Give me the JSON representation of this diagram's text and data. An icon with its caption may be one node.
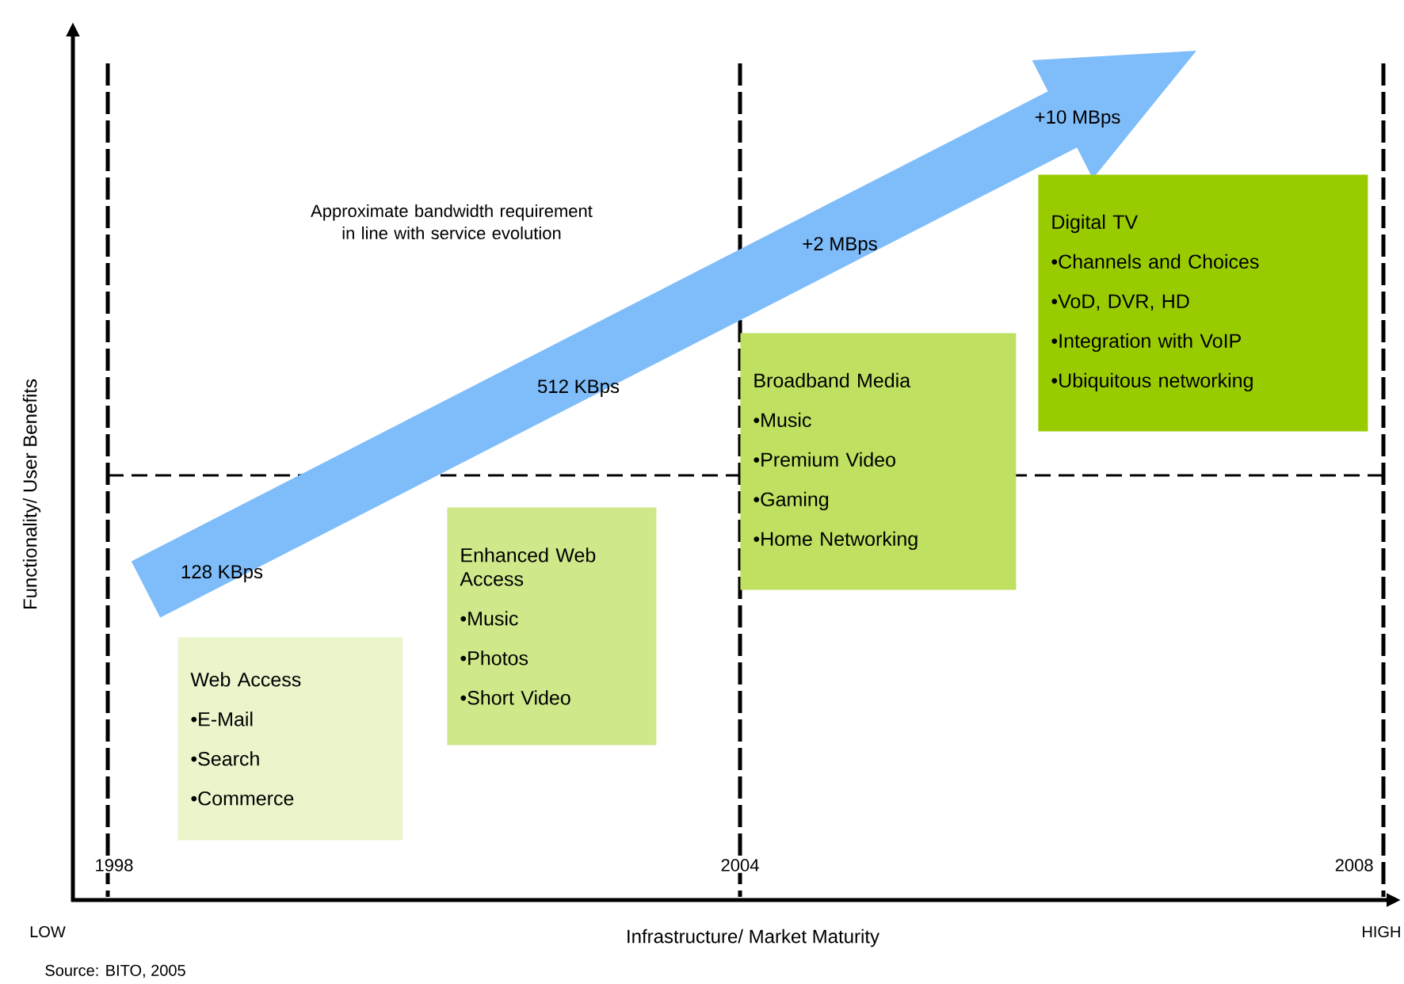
{
  "diagram": {
    "nodes": [
      {
        "text": [
          "Web Access",
          "•E-Mail",
          "•Search",
          "•Commerce"
        ]
      },
      {
        "text": [
          "Enhanced Web Access",
          "•Music",
          "•Photos",
          "•Short Video"
        ]
      },
      {
        "text": [
          "Broadband Media",
          "•Music",
          "•Premium Video",
          "•Gaming",
          "•Home Networking"
        ]
      },
      {
        "text": [
          "Digital TV",
          "•Channels and Choices",
          "•VoD, DVR, HD",
          "•Integration with VoIP",
          "•Ubiquitous networking"
        ]
      }
    ],
    "labels": [
      "+10 MBps",
      "Approximate bandwidth requirement in line with service evolution",
      "+2 MBps",
      "512 KBps",
      "128 KBps",
      "Functionality/ User Benefits",
      "1998",
      "2004",
      "2008",
      "LOW",
      "Infrastructure/ Market Maturity",
      "HIGH",
      "Source: BITO, 2005"
    ]
  }
}
